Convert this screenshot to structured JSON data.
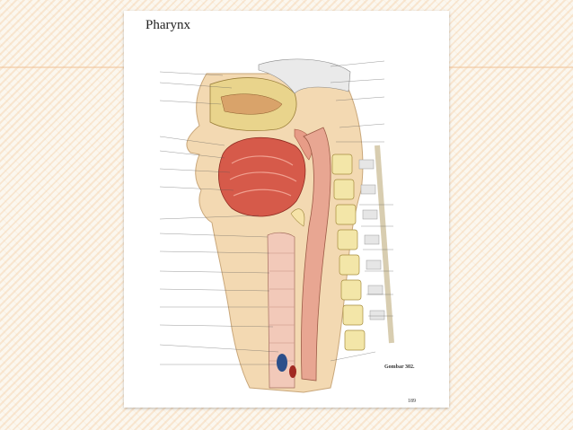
{
  "slide": {
    "title": "Pharynx",
    "reference": "Gombar 302.",
    "page_number": "189"
  }
}
